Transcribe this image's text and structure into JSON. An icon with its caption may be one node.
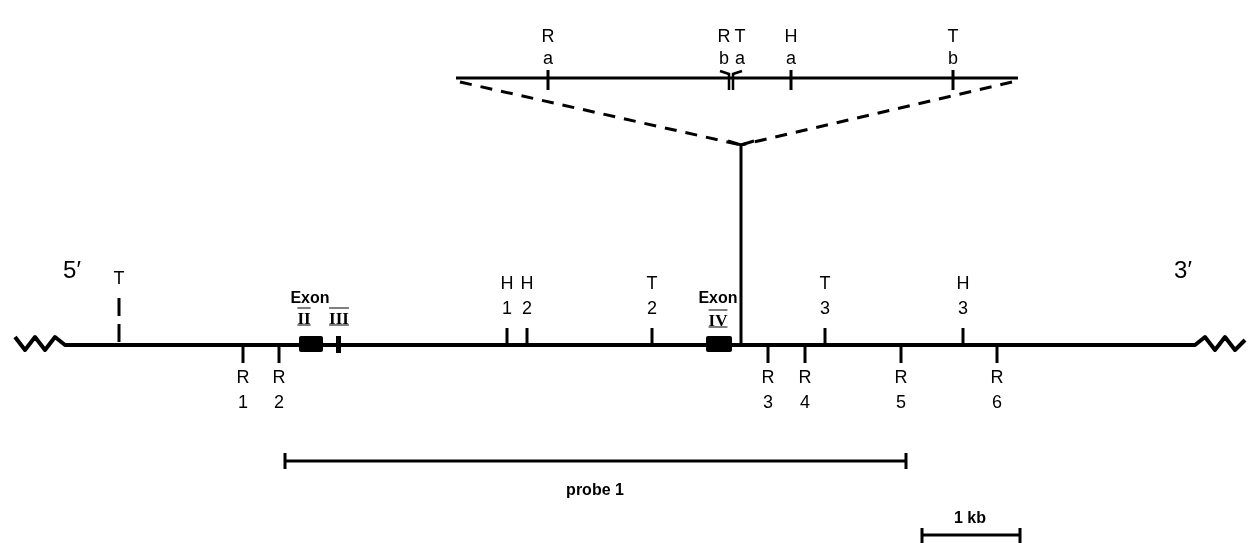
{
  "diagram": {
    "labels": [
      "R",
      "a",
      "R",
      "b",
      "T",
      "a",
      "H",
      "a",
      "T",
      "b",
      "5′",
      "3′",
      "T",
      "Exon",
      "II",
      "III",
      "H",
      "1",
      "H",
      "2",
      "T",
      "2",
      "Exon",
      "IV",
      "T",
      "3",
      "H",
      "3",
      "R",
      "1",
      "R",
      "2",
      "R",
      "3",
      "R",
      "4",
      "R",
      "5",
      "R",
      "6",
      "probe 1",
      "1 kb"
    ]
  }
}
